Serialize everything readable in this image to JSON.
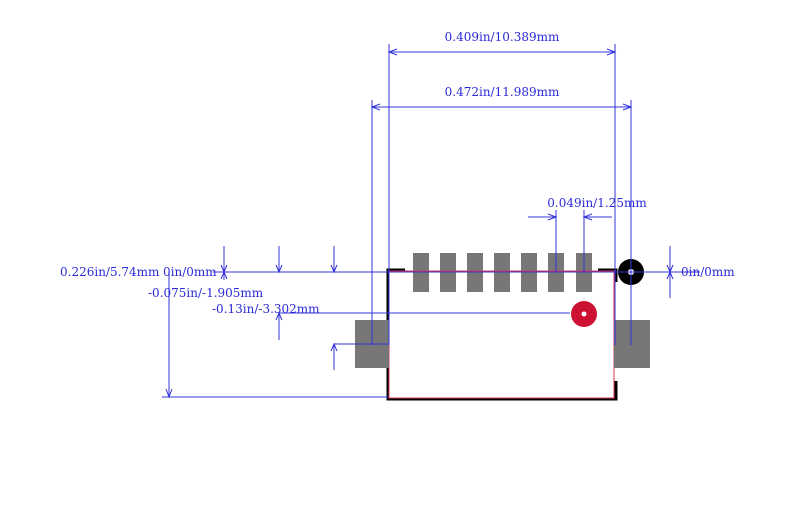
{
  "dimensions": {
    "pad_span_top": "0.409in/10.389mm",
    "overall_width": "0.472in/11.989mm",
    "pad_pitch": "0.049in/1.25mm",
    "overall_height_left": "0.226in/5.74mm",
    "origin_left": "0in/0mm",
    "origin_right": "0in/0mm",
    "pad_row_offset": "-0.075in/-1.905mm",
    "mount_pad_offset": "-0.13in/-3.302mm"
  },
  "colors": {
    "dimension_line": "#3333dd",
    "pad": "#777777",
    "outline": "#000000",
    "courtyard": "#dd3355",
    "pin1_marker": "#cc1133",
    "origin_marker": "#000000"
  },
  "footprint": {
    "signal_pad_count": 7,
    "mount_pad_count": 2
  }
}
